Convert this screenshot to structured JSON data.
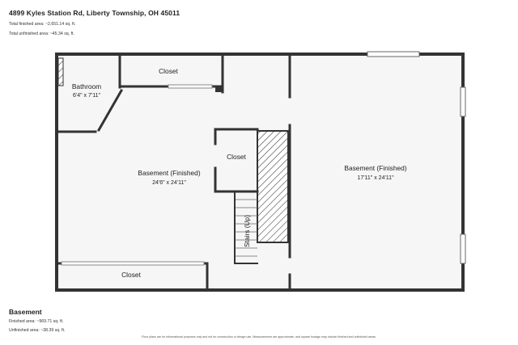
{
  "header": {
    "address": "4899 Kyles Station Rd, Liberty Township, OH 45011",
    "total_finished": "Total finished area: ~2,651.14 sq. ft.",
    "total_unfinished": "Total unfinished area: ~45.34 sq. ft."
  },
  "rooms": {
    "closet_top": {
      "name": "Closet"
    },
    "bathroom": {
      "name": "Bathroom",
      "dims": "6'4\" x 7'11\""
    },
    "closet_mid": {
      "name": "Closet"
    },
    "basement_left": {
      "name": "Basement (Finished)",
      "dims": "24'6\" x 24'11\""
    },
    "basement_right": {
      "name": "Basement (Finished)",
      "dims": "17'11\" x 24'11\""
    },
    "stairs": {
      "name": "Stairs (Up)"
    },
    "closet_bottom": {
      "name": "Closet"
    }
  },
  "floor": {
    "title": "Basement",
    "finished": "Finished area: ~969.71 sq. ft.",
    "unfinished": "Unfinished area: ~38.39 sq. ft."
  },
  "disclaimer": "Floor plans are for informational purposes only and not for construction or design use. Measurements are approximate, and square footage may include finished and unfinished areas."
}
